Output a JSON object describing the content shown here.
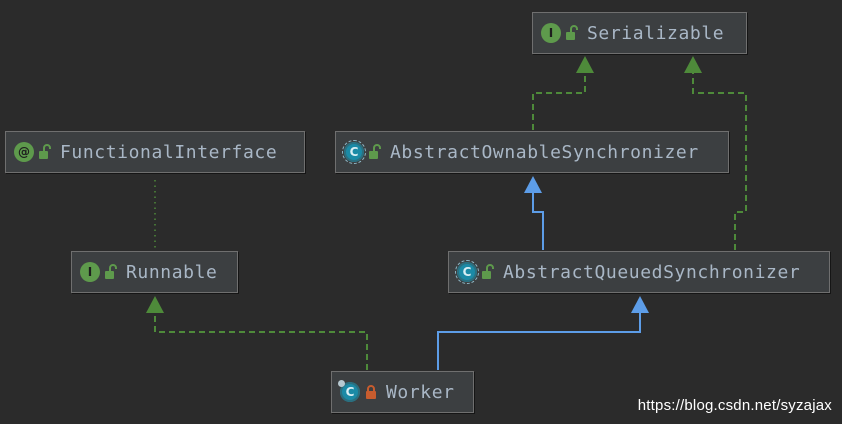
{
  "nodes": {
    "serializable": {
      "name": "Serializable",
      "badge": "I",
      "kind": "interface"
    },
    "functional_interface": {
      "name": "FunctionalInterface",
      "badge": "@",
      "kind": "annotation"
    },
    "abstract_ownable_synchronizer": {
      "name": "AbstractOwnableSynchronizer",
      "badge": "C",
      "kind": "abstract-class"
    },
    "runnable": {
      "name": "Runnable",
      "badge": "I",
      "kind": "interface"
    },
    "abstract_queued_synchronizer": {
      "name": "AbstractQueuedSynchronizer",
      "badge": "C",
      "kind": "abstract-class"
    },
    "worker": {
      "name": "Worker",
      "badge": "C",
      "kind": "final-class"
    }
  },
  "edges": [
    {
      "from": "abstract_ownable_synchronizer",
      "to": "serializable",
      "relation": "implements",
      "style": "dashed",
      "color": "#4e8a3a"
    },
    {
      "from": "abstract_queued_synchronizer",
      "to": "serializable",
      "relation": "implements",
      "style": "dashed",
      "color": "#4e8a3a"
    },
    {
      "from": "abstract_queued_synchronizer",
      "to": "abstract_ownable_synchronizer",
      "relation": "extends",
      "style": "solid",
      "color": "#5d9de8"
    },
    {
      "from": "runnable",
      "to": "functional_interface",
      "relation": "annotated-by",
      "style": "dotted",
      "color": "#4e8a3a"
    },
    {
      "from": "worker",
      "to": "runnable",
      "relation": "implements",
      "style": "dashed",
      "color": "#4e8a3a"
    },
    {
      "from": "worker",
      "to": "abstract_queued_synchronizer",
      "relation": "extends",
      "style": "solid",
      "color": "#5d9de8"
    }
  ],
  "colors": {
    "background": "#2b2b2b",
    "node_fill": "#3c3f41",
    "node_border": "#6f6f6f",
    "text": "#a9b7c6",
    "implements_edge": "#4e8a3a",
    "extends_edge": "#5d9de8",
    "public_lock": "#5e9a4c",
    "private_lock": "#c75c2e"
  },
  "watermark": "https://blog.csdn.net/syzajax"
}
